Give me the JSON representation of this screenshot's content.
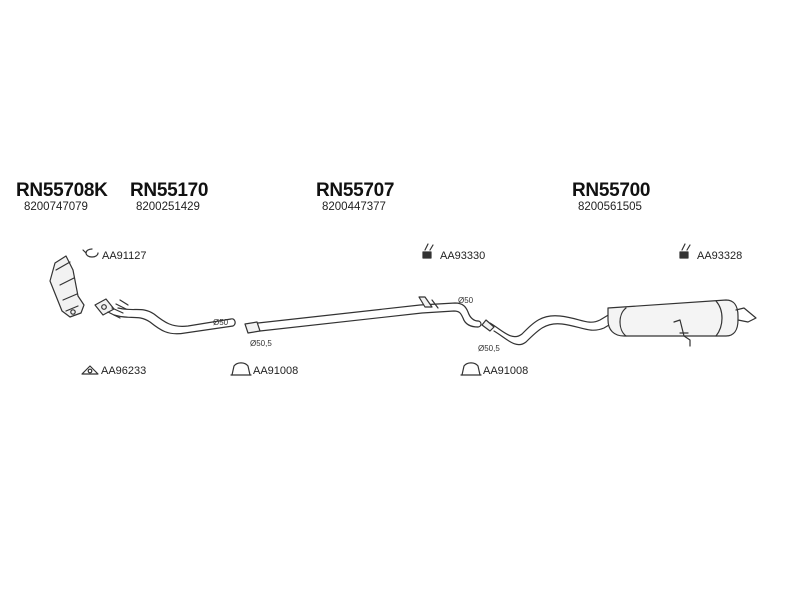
{
  "parts": [
    {
      "number": "RN55708K",
      "oem": "8200747079"
    },
    {
      "number": "RN55170",
      "oem": "8200251429"
    },
    {
      "number": "RN55707",
      "oem": "8200447377"
    },
    {
      "number": "RN55700",
      "oem": "8200561505"
    }
  ],
  "accessories": {
    "clamp_cat": "AA91127",
    "gasket_front": "AA96233",
    "clamp_mid1": "AA91008",
    "hanger_mid": "AA93330",
    "clamp_mid2": "AA91008",
    "hanger_rear": "AA93328"
  },
  "dimensions": {
    "d1": "Ø50",
    "d2": "Ø50,5",
    "d3": "Ø50",
    "d4": "Ø50,5"
  }
}
